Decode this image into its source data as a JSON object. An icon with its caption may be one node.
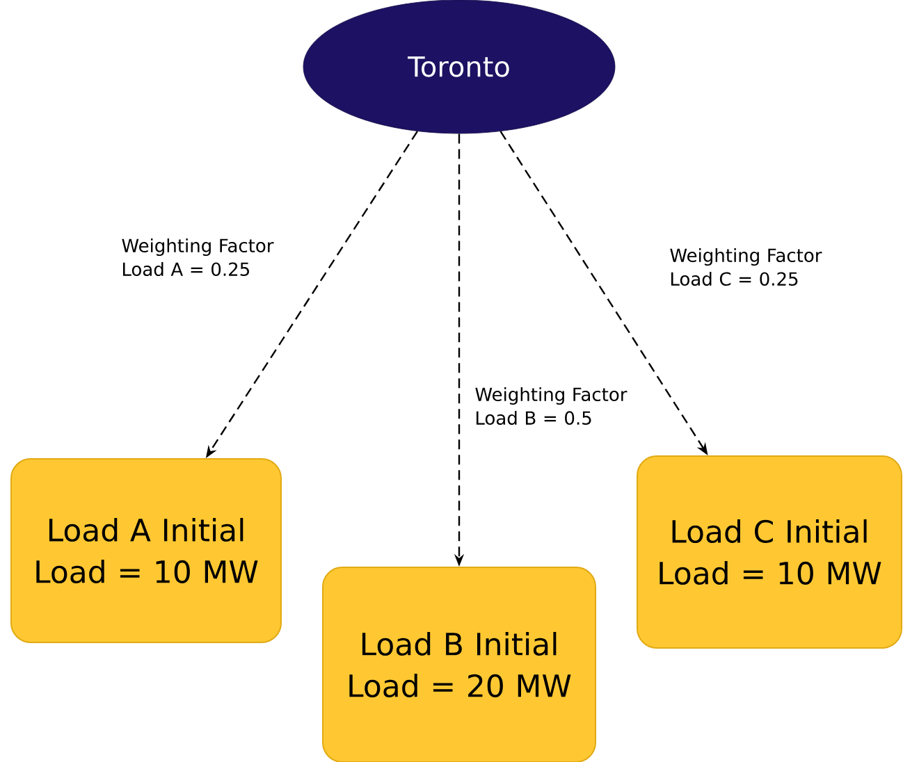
{
  "diagram": {
    "nodes": [
      {
        "text": [
          "Toronto"
        ]
      },
      {
        "text": [
          "Load A Initial Load = 10 MW"
        ]
      },
      {
        "text": [
          "Load B Initial Load = 20 MW"
        ]
      },
      {
        "text": [
          "Load C Initial Load = 10 MW"
        ]
      }
    ],
    "edges": [
      {
        "from": 0,
        "to": 1,
        "arrow": "to",
        "style": "dashed",
        "label": "Weighting Factor Load A = 0.25"
      },
      {
        "from": 0,
        "to": 2,
        "arrow": "to",
        "style": "dashed",
        "label": "Weighting Factor Load B = 0.5"
      },
      {
        "from": 0,
        "to": 3,
        "arrow": "to",
        "style": "dashed",
        "label": "Weighting Factor Load C = 0.25"
      }
    ]
  }
}
